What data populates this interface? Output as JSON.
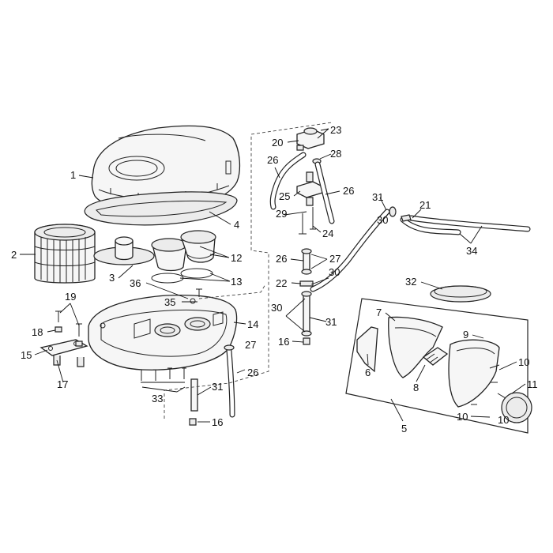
{
  "diagram": {
    "callouts": [
      {
        "id": "c1",
        "text": "1"
      },
      {
        "id": "c2",
        "text": "2"
      },
      {
        "id": "c3",
        "text": "3"
      },
      {
        "id": "c4",
        "text": "4"
      },
      {
        "id": "c5",
        "text": "5"
      },
      {
        "id": "c6",
        "text": "6"
      },
      {
        "id": "c7",
        "text": "7"
      },
      {
        "id": "c8",
        "text": "8"
      },
      {
        "id": "c9",
        "text": "9"
      },
      {
        "id": "c10a",
        "text": "10"
      },
      {
        "id": "c10b",
        "text": "10"
      },
      {
        "id": "c10c",
        "text": "10"
      },
      {
        "id": "c11",
        "text": "11"
      },
      {
        "id": "c12",
        "text": "12"
      },
      {
        "id": "c13",
        "text": "13"
      },
      {
        "id": "c14",
        "text": "14"
      },
      {
        "id": "c15",
        "text": "15"
      },
      {
        "id": "c16a",
        "text": "16"
      },
      {
        "id": "c16b",
        "text": "16"
      },
      {
        "id": "c17",
        "text": "17"
      },
      {
        "id": "c18",
        "text": "18"
      },
      {
        "id": "c19",
        "text": "19"
      },
      {
        "id": "c20",
        "text": "20"
      },
      {
        "id": "c21",
        "text": "21"
      },
      {
        "id": "c22",
        "text": "22"
      },
      {
        "id": "c23",
        "text": "23"
      },
      {
        "id": "c24",
        "text": "24"
      },
      {
        "id": "c25",
        "text": "25"
      },
      {
        "id": "c26a",
        "text": "26"
      },
      {
        "id": "c26b",
        "text": "26"
      },
      {
        "id": "c26c",
        "text": "26"
      },
      {
        "id": "c26d",
        "text": "26"
      },
      {
        "id": "c27a",
        "text": "27"
      },
      {
        "id": "c27b",
        "text": "27"
      },
      {
        "id": "c28",
        "text": "28"
      },
      {
        "id": "c29",
        "text": "29"
      },
      {
        "id": "c30a",
        "text": "30"
      },
      {
        "id": "c30b",
        "text": "30"
      },
      {
        "id": "c30c",
        "text": "30"
      },
      {
        "id": "c31a",
        "text": "31"
      },
      {
        "id": "c31b",
        "text": "31"
      },
      {
        "id": "c31c",
        "text": "31"
      },
      {
        "id": "c32",
        "text": "32"
      },
      {
        "id": "c33",
        "text": "33"
      },
      {
        "id": "c34",
        "text": "34"
      },
      {
        "id": "c35",
        "text": "35"
      },
      {
        "id": "c36",
        "text": "36"
      }
    ]
  }
}
